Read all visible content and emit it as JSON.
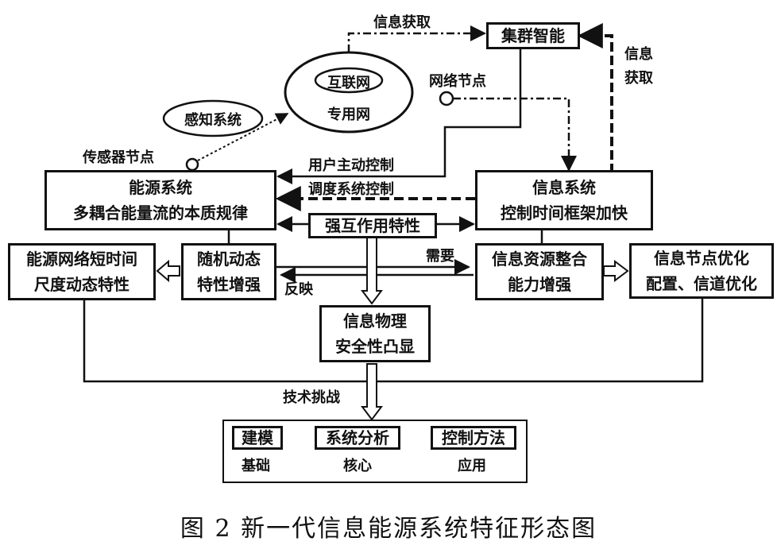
{
  "nodes": {
    "cluster": "集群智能",
    "internet": "互联网",
    "private_net": "专用网",
    "perception": "感知系统",
    "energy_title": "能源系统",
    "energy_sub": "多耦合能量流的本质规律",
    "info_title": "信息系统",
    "info_sub": "控制时间框架加快",
    "strong_interaction": "强互作用特性",
    "grid_short_l1": "能源网络短时间",
    "grid_short_l2": "尺度动态特性",
    "random_l1": "随机动态",
    "random_l2": "特性增强",
    "resource_l1": "信息资源整合",
    "resource_l2": "能力增强",
    "node_opt_l1": "信息节点优化",
    "node_opt_l2": "配置、信道优化",
    "cps_l1": "信息物理",
    "cps_l2": "安全性凸显",
    "modeling": "建模",
    "analysis": "系统分析",
    "control": "控制方法",
    "foundation": "基础",
    "core": "核心",
    "application": "应用"
  },
  "labels": {
    "info_acquire_top": "信息获取",
    "info_acquire_right_1": "信息",
    "info_acquire_right_2": "获取",
    "network_node": "网络节点",
    "sensor_node": "传感器节点",
    "user_control": "用户主动控制",
    "dispatch_control": "调度系统控制",
    "need": "需要",
    "reflect": "反映",
    "tech_challenge": "技术挑战"
  },
  "caption": "图 2  新一代信息能源系统特征形态图"
}
